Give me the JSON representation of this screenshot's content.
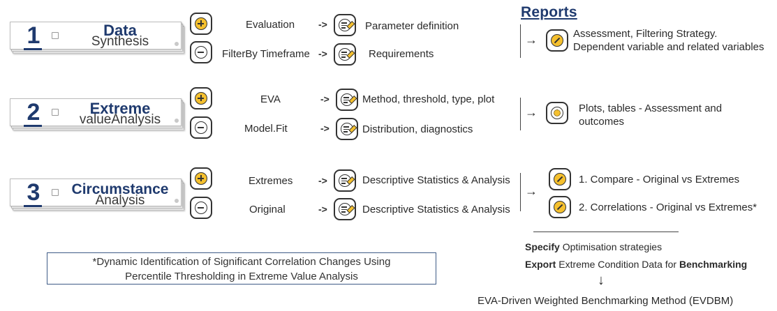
{
  "steps": [
    {
      "number": "1",
      "title": "Data",
      "subtitle": "Synthesis"
    },
    {
      "number": "2",
      "title": "Extreme",
      "subtitle": "valueAnalysis"
    },
    {
      "number": "3",
      "title": "Circumstance",
      "subtitle": "Analysis"
    }
  ],
  "rows": [
    {
      "item": "Evaluation",
      "result": "Parameter definition"
    },
    {
      "item": "FilterBy Timeframe",
      "result": "Requirements"
    },
    {
      "item": "EVA",
      "result": "Method, threshold, type, plot"
    },
    {
      "item": "Model.Fit",
      "result": "Distribution, diagnostics"
    },
    {
      "item": "Extremes",
      "result": "Descriptive Statistics & Analysis"
    },
    {
      "item": "Original",
      "result": "Descriptive Statistics & Analysis"
    }
  ],
  "arrow_small": "->",
  "arrow_big": "→",
  "reports": {
    "title": "Reports",
    "r1_line1": "Assessment, Filtering Strategy.",
    "r1_line2": "Dependent variable and related variables",
    "r2_line1": "Plots, tables - Assessment and",
    "r2_line2": "outcomes",
    "r3a": "1. Compare - Original vs Extremes",
    "r3b": "2. Correlations - Original vs Extremes*"
  },
  "bottom": {
    "specify_bold": "Specify",
    "specify_rest": " Optimisation strategies",
    "export_bold": "Export",
    "export_mid": " Extreme Condition Data for ",
    "export_bold2": "Benchmarking",
    "down_arrow": "↓",
    "method": "EVA-Driven Weighted Benchmarking Method (EVDBM)"
  },
  "note": {
    "line1": "*Dynamic Identification of Significant Correlation Changes Using",
    "line2": "Percentile Thresholding in Extreme Value Analysis"
  },
  "colors": {
    "navy": "#1f3a6e",
    "accent": "#f5c02e"
  }
}
